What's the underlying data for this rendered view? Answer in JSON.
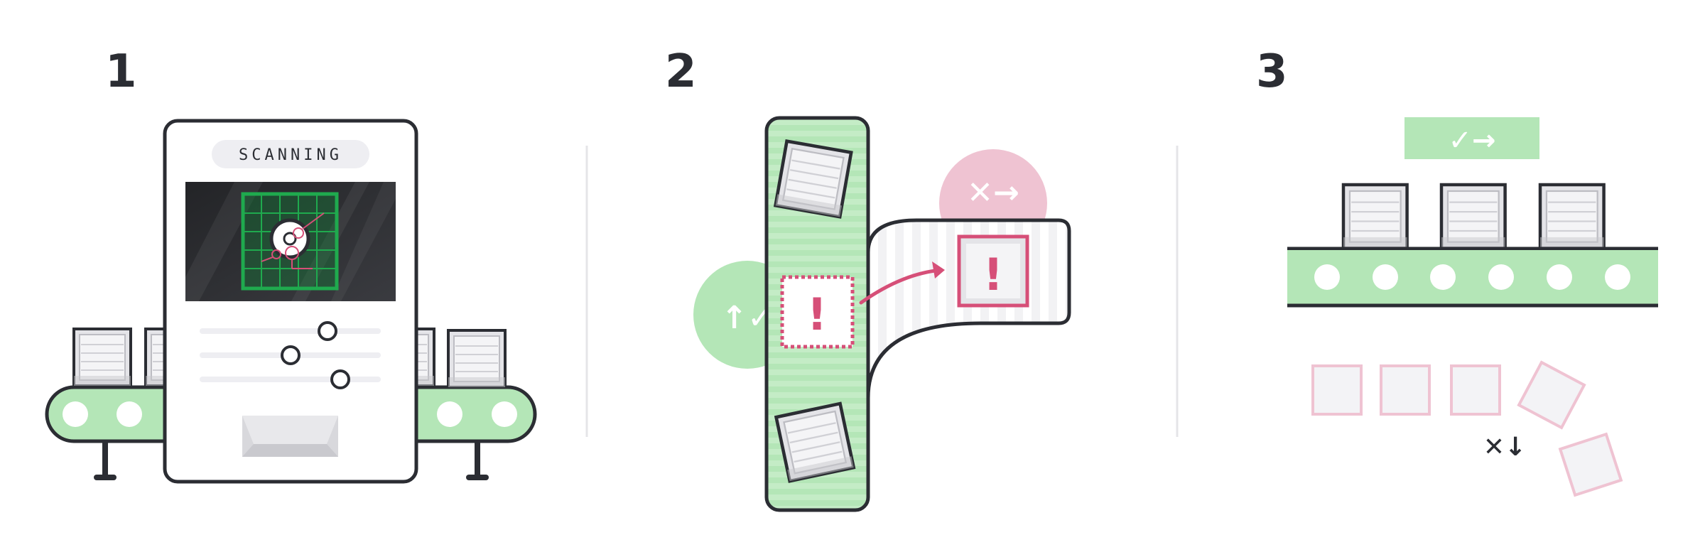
{
  "steps": [
    {
      "number": "1",
      "machine_label": "SCANNING"
    },
    {
      "number": "2",
      "reject_badge": "✕→",
      "accept_badge": "↑✓",
      "alert_mark": "!"
    },
    {
      "number": "3",
      "approved_badge": "✓→",
      "rejected_mark": "✕↓"
    }
  ],
  "colors": {
    "outline": "#2b2d33",
    "green": "#b4e6b7",
    "green_dark": "#1faa4e",
    "pink": "#d64f78",
    "pink_light": "#efc3d2",
    "gray_light": "#eeeef2",
    "gray_box": "#d8d8dc"
  },
  "icons": [
    "conveyor-belt",
    "scanner-machine",
    "crate",
    "alert-crate",
    "check-arrow-icon",
    "cross-arrow-icon",
    "check-up-icon",
    "cross-down-icon"
  ]
}
